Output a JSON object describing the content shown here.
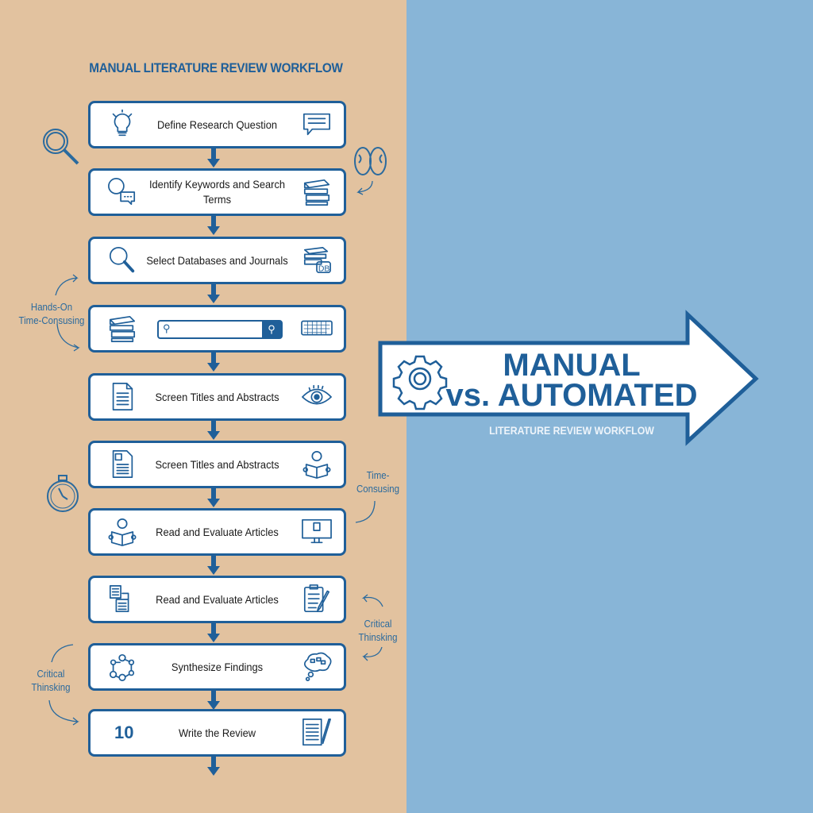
{
  "colors": {
    "left_bg": "#e2c29f",
    "right_bg": "#88b5d7",
    "accent": "#1f5f99"
  },
  "title": "MANUAL LITERATURE REVIEW WORKFLOW",
  "steps": [
    {
      "label": "Define Research Question",
      "left_icon": "lightbulb-icon",
      "right_icon": "speech-bubble-icon"
    },
    {
      "label": "Identify Keywords and Search Terms",
      "left_icon": "chat-bubbles-icon",
      "right_icon": "books-icon"
    },
    {
      "label": "Select Databases and Journals",
      "left_icon": "magnifier-icon",
      "right_icon": "database-books-icon"
    },
    {
      "label": "",
      "left_icon": "books-icon",
      "right_icon": "keyboard-icon"
    },
    {
      "label": "Screen Titles and Abstracts",
      "left_icon": "document-icon",
      "right_icon": "eye-icon"
    },
    {
      "label": "Screen Titles and Abstracts",
      "left_icon": "document-image-icon",
      "right_icon": "reader-icon"
    },
    {
      "label": "Read and Evaluate Articles",
      "left_icon": "reader-icon",
      "right_icon": "monitor-icon"
    },
    {
      "label": "Read and Evaluate Articles",
      "left_icon": "documents-icon",
      "right_icon": "clipboard-pencil-icon"
    },
    {
      "label": "Synthesize Findings",
      "left_icon": "network-icon",
      "right_icon": "thought-bubble-icon"
    },
    {
      "label": "Write the Review",
      "number": "10",
      "right_icon": "document-pen-icon"
    }
  ],
  "side_notes": {
    "hands_on": "Hands-On",
    "time_consuming_1": "Time-Consusing",
    "time_consuming_2a": "Time-",
    "time_consuming_2b": "Consusing",
    "critical_right_a": "Critical",
    "critical_right_b": "Thinsking",
    "critical_left_a": "Critical",
    "critical_left_b": "Thinsking"
  },
  "banner": {
    "line1": "MANUAL",
    "line2": "vs. AUTOMATED",
    "subtitle": "LITERATURE REVIEW WORKFLOW"
  }
}
